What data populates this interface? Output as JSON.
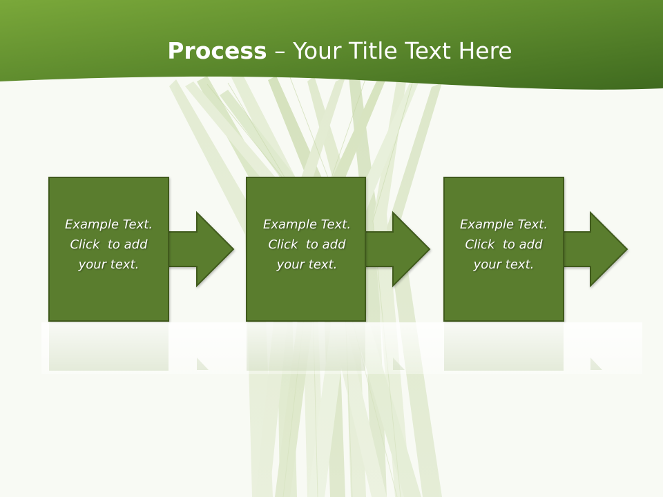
{
  "slide": {
    "title_bold": "Process",
    "title_rest": " – Your Title Text Here"
  },
  "steps": [
    {
      "lines": [
        "Example Text.",
        "Click  to add",
        "your text."
      ]
    },
    {
      "lines": [
        "Example Text.",
        "Click  to add",
        "your text."
      ]
    },
    {
      "lines": [
        "Example Text.",
        "Click  to add",
        "your text."
      ]
    }
  ],
  "colors": {
    "header_green": "#5b8a2c",
    "box_green": "#5a7d2e",
    "box_border": "#3f5a1e",
    "background": "#f8faf4",
    "stalk_tint": "#d9e6c3"
  },
  "icons": {
    "arrow": "right-arrow-icon",
    "background": "lemongrass-stalks-image"
  }
}
